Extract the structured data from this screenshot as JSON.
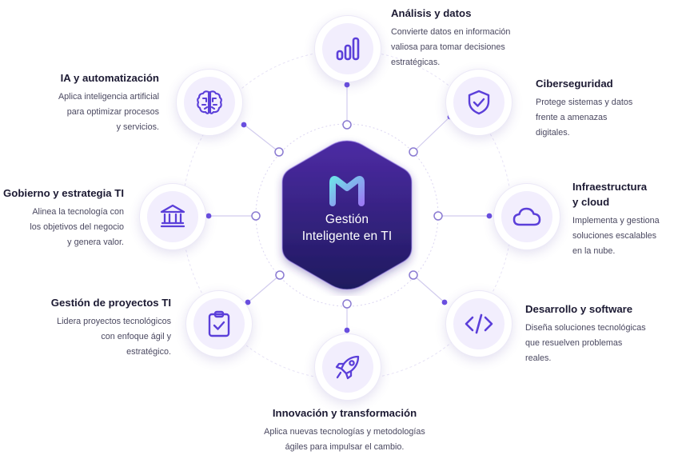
{
  "hub": {
    "title_line1": "Gestión",
    "title_line2": "Inteligente en TI",
    "logo_icon": "m-logo-icon"
  },
  "colors": {
    "hub_dark": "#1e1a5e",
    "hub_light": "#4d2ba4",
    "accent": "#6a4fe0",
    "icon_stroke": "#5b3fd9",
    "node_fill": "#f2eefd",
    "line": "#d2ccee",
    "logo_teal": "#6fe0e8",
    "logo_purple": "#9a7cf4"
  },
  "nodes": [
    {
      "id": "analisis",
      "title": "Análisis y datos",
      "desc": [
        "Convierte datos en información",
        "valiosa para tomar decisiones",
        "estratégicas."
      ],
      "icon": "bar-chart-icon"
    },
    {
      "id": "ciberseguridad",
      "title": "Ciberseguridad",
      "desc": [
        "Protege sistemas y datos",
        "frente a amenazas",
        "digitales."
      ],
      "icon": "shield-check-icon"
    },
    {
      "id": "infraestructura",
      "title": [
        "Infraestructura",
        "y cloud"
      ],
      "desc": [
        "Implementa y gestiona",
        "soluciones escalables",
        "en la nube."
      ],
      "icon": "cloud-icon"
    },
    {
      "id": "desarrollo",
      "title": "Desarrollo y software",
      "desc": [
        "Diseña soluciones tecnológicas",
        "que resuelven problemas",
        "reales."
      ],
      "icon": "code-icon"
    },
    {
      "id": "innovacion",
      "title": "Innovación y transformación",
      "desc": [
        "Aplica nuevas tecnologías y metodologías",
        "ágiles para impulsar el cambio."
      ],
      "icon": "rocket-icon"
    },
    {
      "id": "proyectos",
      "title": "Gestión de proyectos TI",
      "desc": [
        "Lidera proyectos tecnológicos",
        "con enfoque ágil y",
        "estratégico."
      ],
      "icon": "clipboard-check-icon"
    },
    {
      "id": "gobierno",
      "title": "Gobierno y estrategia TI",
      "desc": [
        "Alinea la tecnología con",
        "los objetivos del negocio",
        "y genera valor."
      ],
      "icon": "bank-building-icon"
    },
    {
      "id": "ia",
      "title": "IA y automatización",
      "desc": [
        "Aplica inteligencia artificial",
        "para optimizar procesos",
        "y servicios."
      ],
      "icon": "brain-chip-icon"
    }
  ]
}
